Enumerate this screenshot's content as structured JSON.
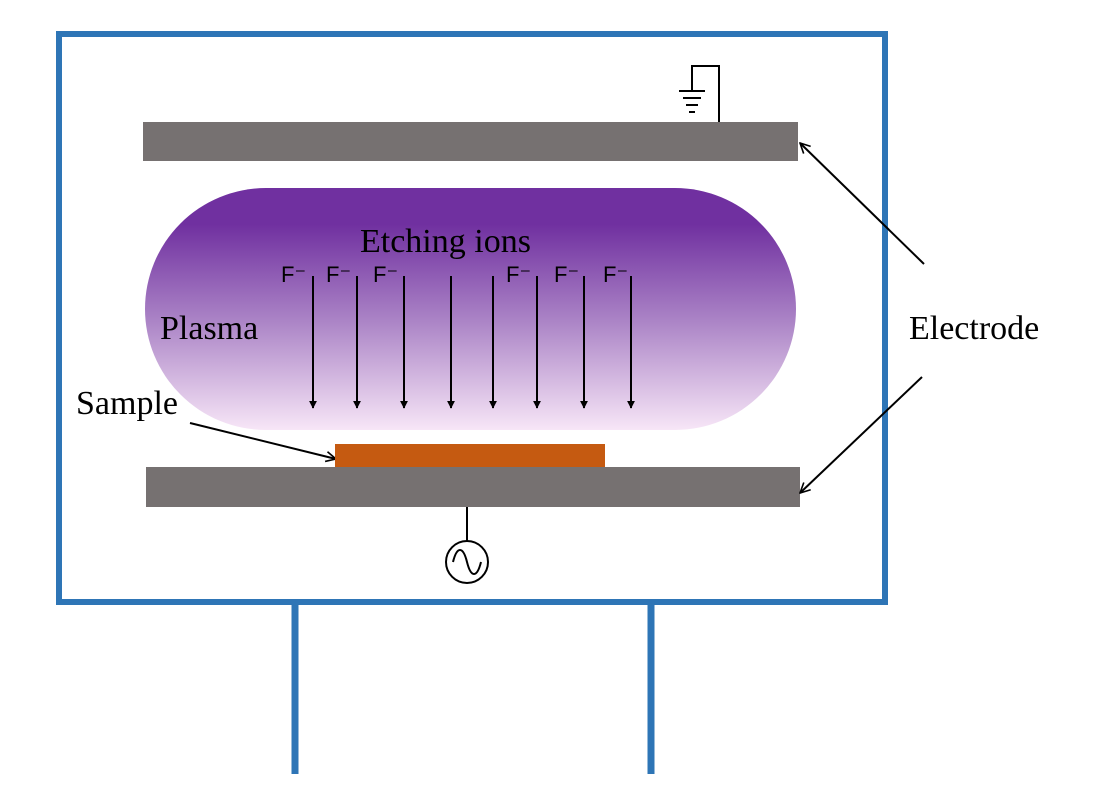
{
  "labels": {
    "etching_ions": "Etching ions",
    "plasma": "Plasma",
    "sample": "Sample",
    "electrode": "Electrode"
  },
  "ions": [
    "F⁻",
    "F⁻",
    "F⁻",
    "F⁻",
    "F⁻",
    "F⁻"
  ],
  "colors": {
    "chamber": "#2e75b6",
    "electrode": "#767171",
    "sample": "#c55a11",
    "plasma_top": "#7030a0",
    "plasma_bottom": "#f7e6f7"
  },
  "icons": {
    "ground": "ground-symbol-icon",
    "rf_source": "ac-source-icon"
  }
}
